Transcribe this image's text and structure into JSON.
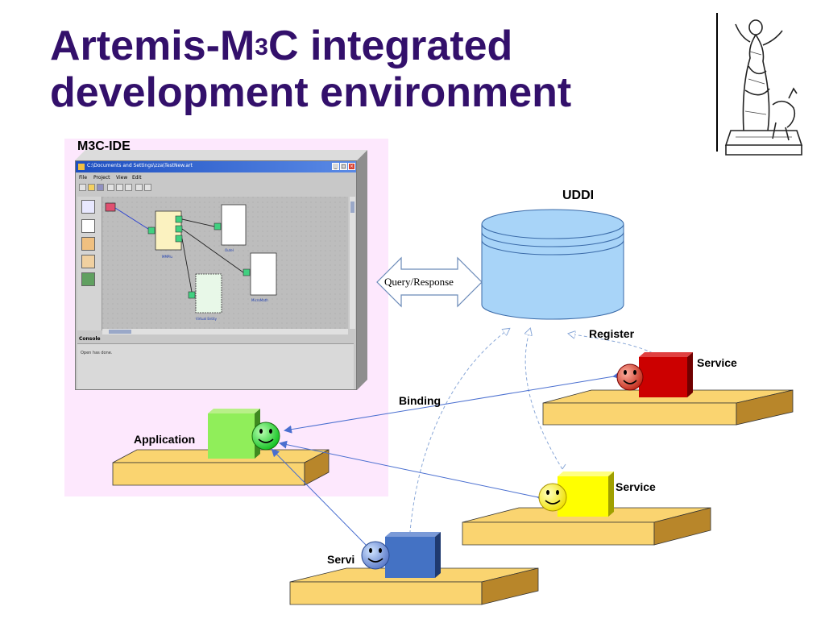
{
  "slide": {
    "title_prefix": "Artemis-M",
    "title_sup": "3",
    "title_suffix": "C integrated",
    "title_line2": "development environment"
  },
  "ide": {
    "label": "M3C-IDE",
    "window_title": "C:\\Documents and Settings\\zza\\TestNew.art",
    "menu": [
      "File",
      "Project",
      "View",
      "Edit"
    ],
    "nodes": [
      "MMPlu",
      "Outel",
      "MicroMath",
      "Virtual Entity"
    ],
    "console_label": "Console",
    "console_text": "Open has done."
  },
  "diagram": {
    "uddi_label": "UDDI",
    "query_label": "Query/Response",
    "register_label": "Register",
    "binding_label": "Binding",
    "application_label": "Application",
    "service_red_label": "Service",
    "service_yellow_label": "Service",
    "service_blue_label": "Servi"
  },
  "colors": {
    "title": "#33106b",
    "panel": "#fde8fd",
    "platform": "#fad470",
    "cylinder": "#a8d4f8",
    "application_cube": "#90ee5a",
    "service_red": "#cc0000",
    "service_yellow": "#ffff00",
    "service_blue": "#4472c4",
    "arrow": "#4a6fd0"
  }
}
